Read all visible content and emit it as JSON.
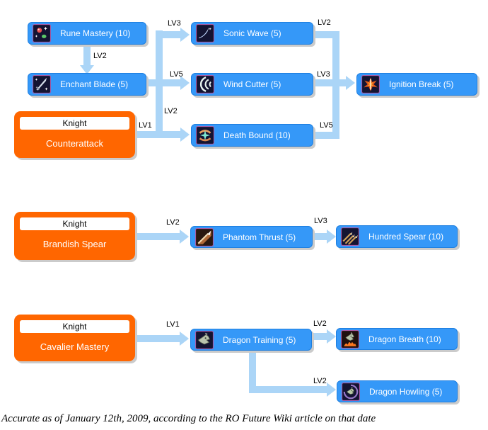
{
  "palette": {
    "skill_box_blue": "#3598F8",
    "skill_box_border": "#1E7FE0",
    "class_box_orange": "#FF6600",
    "connector_light_blue": "#ABD5F7",
    "skill_text": "#FFFFFF",
    "level_text": "#000000",
    "shadow_gray": "#CBCBCB"
  },
  "skills": {
    "rune_mastery": {
      "label": "Rune Mastery (10)",
      "icon": "rune-mastery-icon"
    },
    "enchant_blade": {
      "label": "Enchant Blade (5)",
      "icon": "enchant-blade-icon"
    },
    "sonic_wave": {
      "label": "Sonic Wave (5)",
      "icon": "sonic-wave-icon"
    },
    "wind_cutter": {
      "label": "Wind Cutter (5)",
      "icon": "wind-cutter-icon"
    },
    "death_bound": {
      "label": "Death Bound (10)",
      "icon": "death-bound-icon"
    },
    "ignition_break": {
      "label": "Ignition Break (5)",
      "icon": "ignition-break-icon"
    },
    "phantom_thrust": {
      "label": "Phantom Thrust (5)",
      "icon": "phantom-thrust-icon"
    },
    "hundred_spear": {
      "label": "Hundred Spear (10)",
      "icon": "hundred-spear-icon"
    },
    "dragon_training": {
      "label": "Dragon Training (5)",
      "icon": "dragon-training-icon"
    },
    "dragon_breath": {
      "label": "Dragon Breath (10)",
      "icon": "dragon-breath-icon"
    },
    "dragon_howling": {
      "label": "Dragon Howling (5)",
      "icon": "dragon-howling-icon"
    }
  },
  "class_boxes": {
    "counterattack": {
      "class_name": "Knight",
      "skill_name": "Counterattack"
    },
    "brandish_spear": {
      "class_name": "Knight",
      "skill_name": "Brandish Spear"
    },
    "cavalier_mastery": {
      "class_name": "Knight",
      "skill_name": "Cavalier Mastery"
    }
  },
  "links": [
    {
      "from": "rune_mastery",
      "to": "enchant_blade",
      "level": "LV2"
    },
    {
      "from": "enchant_blade",
      "to": "sonic_wave",
      "level": "LV3"
    },
    {
      "from": "enchant_blade",
      "to": "wind_cutter",
      "level": "LV5"
    },
    {
      "from": "enchant_blade",
      "to": "death_bound",
      "level": "LV2"
    },
    {
      "from": "counterattack",
      "to": "death_bound",
      "level": "LV1"
    },
    {
      "from": "sonic_wave",
      "to": "ignition_break",
      "level": "LV2"
    },
    {
      "from": "wind_cutter",
      "to": "ignition_break",
      "level": "LV3"
    },
    {
      "from": "death_bound",
      "to": "ignition_break",
      "level": "LV5"
    },
    {
      "from": "brandish_spear",
      "to": "phantom_thrust",
      "level": "LV2"
    },
    {
      "from": "phantom_thrust",
      "to": "hundred_spear",
      "level": "LV3"
    },
    {
      "from": "cavalier_mastery",
      "to": "dragon_training",
      "level": "LV1"
    },
    {
      "from": "dragon_training",
      "to": "dragon_breath",
      "level": "LV2"
    },
    {
      "from": "dragon_training",
      "to": "dragon_howling",
      "level": "LV2"
    }
  ],
  "caption": "Accurate as of January 12th, 2009, according to the RO Future Wiki article on that date"
}
